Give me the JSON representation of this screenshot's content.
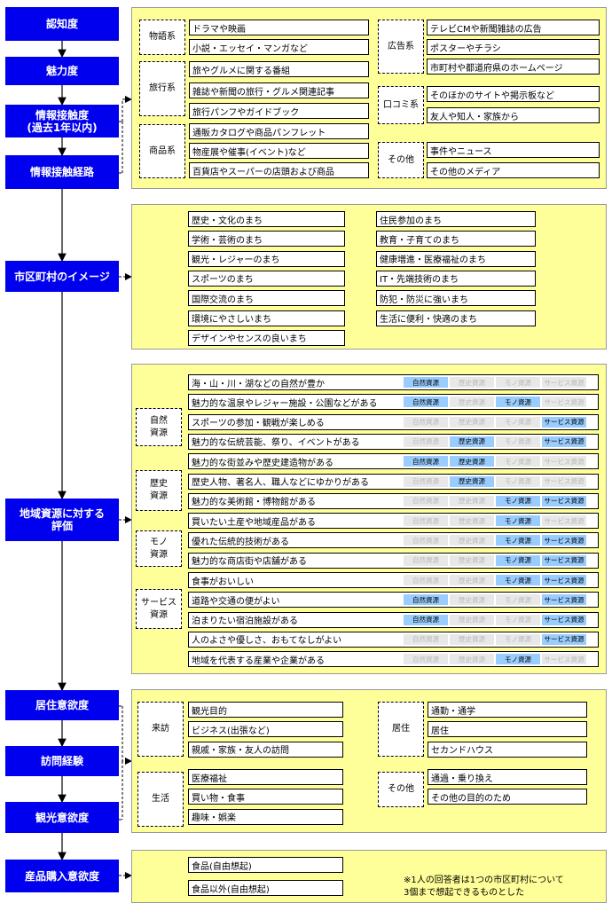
{
  "stages": [
    "認知度",
    "魅力度",
    "情報接触度\n(過去1年以内)",
    "情報接触経路",
    "市区町村のイメージ",
    "地域資源に対する\n評価",
    "居住意欲度",
    "訪問経験",
    "観光意欲度",
    "産品購入意欲度"
  ],
  "contact_routes": {
    "groups": [
      "物語系",
      "旅行系",
      "商品系",
      "広告系",
      "口コミ系",
      "その他"
    ],
    "items": {
      "story": [
        "ドラマや映画",
        "小説・エッセイ・マンガなど"
      ],
      "travel": [
        "旅やグルメに関する番組",
        "雑誌や新聞の旅行・グルメ関連記事",
        "旅行パンフやガイドブック"
      ],
      "product": [
        "通販カタログや商品パンフレット",
        "物産展や催事(イベント)など",
        "百貨店やスーパーの店頭および商品"
      ],
      "ad": [
        "テレビCMや新聞雑誌の広告",
        "ポスターやチラシ",
        "市町村や都道府県のホームページ"
      ],
      "word": [
        "そのほかのサイトや掲示板など",
        "友人や知人・家族から"
      ],
      "other": [
        "事件やニュース",
        "その他のメディア"
      ]
    }
  },
  "image": {
    "left": [
      "歴史・文化のまち",
      "学術・芸術のまち",
      "観光・レジャーのまち",
      "スポーツのまち",
      "国際交流のまち",
      "環境にやさしいまち",
      "デザインやセンスの良いまち"
    ],
    "right": [
      "住民参加のまち",
      "教育・子育てのまち",
      "健康増進・医療福祉のまち",
      "IT・先端技術のまち",
      "防犯・防災に強いまち",
      "生活に便利・快適のまち"
    ]
  },
  "resources": {
    "groups": [
      "自然\n資源",
      "歴史\n資源",
      "モノ\n資源",
      "サービス\n資源"
    ],
    "tag_labels": [
      "自然資源",
      "歴史資源",
      "モノ資源",
      "サービス資源"
    ],
    "rows": [
      {
        "label": "海・山・川・湖などの自然が豊か",
        "tags": [
          true,
          false,
          false,
          false
        ]
      },
      {
        "label": "魅力的な温泉やレジャー施設・公園などがある",
        "tags": [
          true,
          false,
          true,
          false
        ]
      },
      {
        "label": "スポーツの参加・観戦が楽しめる",
        "tags": [
          false,
          false,
          false,
          true
        ]
      },
      {
        "label": "魅力的な伝統芸能、祭り、イベントがある",
        "tags": [
          false,
          true,
          false,
          true
        ]
      },
      {
        "label": "魅力的な街並みや歴史建造物がある",
        "tags": [
          true,
          true,
          false,
          false
        ]
      },
      {
        "label": "歴史人物、著名人、職人などにゆかりがある",
        "tags": [
          false,
          true,
          false,
          false
        ]
      },
      {
        "label": "魅力的な美術館・博物館がある",
        "tags": [
          false,
          false,
          true,
          true
        ]
      },
      {
        "label": "買いたい土産や地域産品がある",
        "tags": [
          false,
          false,
          true,
          false
        ]
      },
      {
        "label": "優れた伝統的技術がある",
        "tags": [
          false,
          false,
          true,
          true
        ]
      },
      {
        "label": "魅力的な商店街や店舗がある",
        "tags": [
          false,
          false,
          true,
          true
        ]
      },
      {
        "label": "食事がおいしい",
        "tags": [
          false,
          false,
          true,
          true
        ]
      },
      {
        "label": "道路や交通の便がよい",
        "tags": [
          true,
          false,
          false,
          true
        ]
      },
      {
        "label": "泊まりたい宿泊施設がある",
        "tags": [
          true,
          false,
          false,
          true
        ]
      },
      {
        "label": "人のよさや優しさ、おもてなしがよい",
        "tags": [
          false,
          false,
          false,
          true
        ]
      },
      {
        "label": "地域を代表する産業や企業がある",
        "tags": [
          false,
          false,
          true,
          false
        ]
      }
    ]
  },
  "visit": {
    "groups": [
      "来訪",
      "生活",
      "居住",
      "その他"
    ],
    "items": {
      "visit": [
        "観光目的",
        "ビジネス(出張など)",
        "親戚・家族・友人の訪問"
      ],
      "life": [
        "医療福祉",
        "買い物・食事",
        "趣味・娯楽"
      ],
      "reside": [
        "通勤・通学",
        "居住",
        "セカンドハウス"
      ],
      "other": [
        "通過・乗り換え",
        "その他の目的のため"
      ]
    }
  },
  "products": {
    "items": [
      "食品(自由想起)",
      "食品以外(自由想起)"
    ],
    "note": "※1人の回答者は1つの市区町村について\n3個まで想起できるものとした"
  }
}
